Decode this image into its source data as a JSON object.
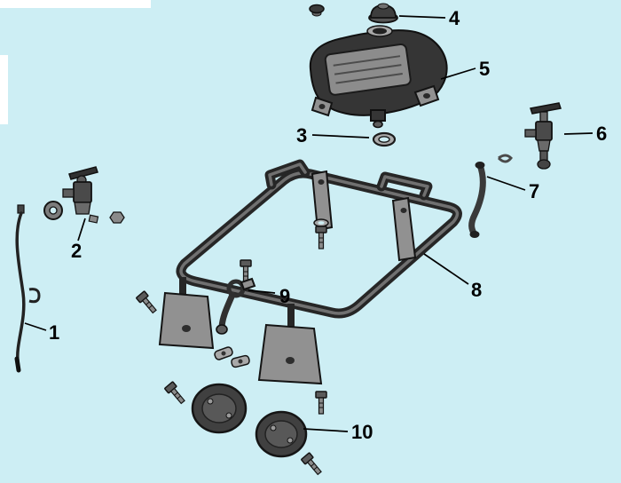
{
  "figure": {
    "type": "exploded-parts-diagram"
  },
  "colors": {
    "background": "#cdeef4",
    "ink": "#141414",
    "steel": "#919191",
    "dark_metal": "#353535",
    "rubber": "#404040",
    "callout": "#000000"
  },
  "callouts": [
    {
      "label": "1"
    },
    {
      "label": "2"
    },
    {
      "label": "3"
    },
    {
      "label": "4"
    },
    {
      "label": "5"
    },
    {
      "label": "6"
    },
    {
      "label": "7"
    },
    {
      "label": "8"
    },
    {
      "label": "9"
    },
    {
      "label": "10"
    }
  ]
}
